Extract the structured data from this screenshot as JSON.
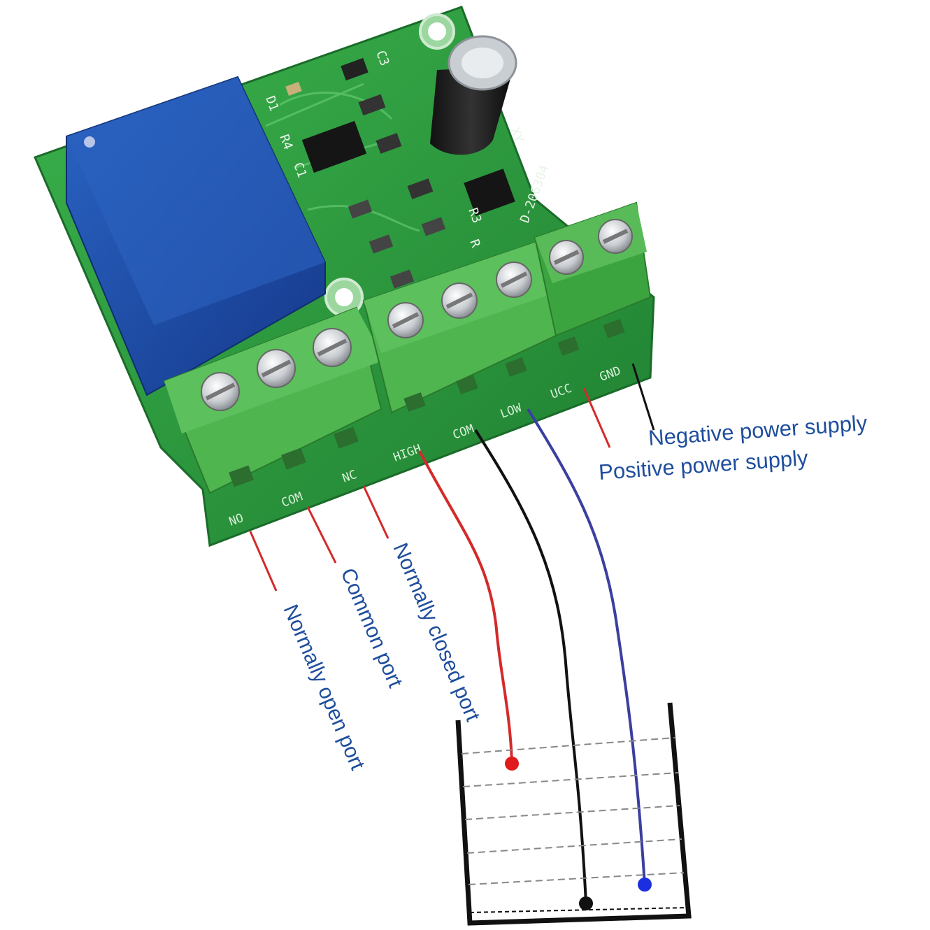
{
  "labels": {
    "negative_power": "Negative power supply",
    "positive_power": "Positive power supply",
    "normally_open": "Normally open port",
    "common_port": "Common port",
    "normally_closed": "Normally closed port"
  },
  "terminals": {
    "no": "NO",
    "com_relay": "COM",
    "nc": "NC",
    "high": "HIGH",
    "com_probe": "COM",
    "low": "LOW",
    "ucc": "UCC",
    "gnd": "GND"
  },
  "pcb_markings": {
    "board_id": "D-206304",
    "r3": "R3",
    "r4": "R4",
    "d1": "D1",
    "c1": "C1",
    "c3": "C3",
    "r_label": "R",
    "xy": "XY"
  },
  "colors": {
    "label_blue": "#1f4e9c",
    "wire_red": "#d42a2a",
    "wire_black": "#111111",
    "wire_blue": "#3b3fa0",
    "pcb_green": "#2c9a3e",
    "terminal_green": "#49b04a",
    "relay_blue": "#1d4fa6"
  },
  "icons": [
    "relay-icon",
    "capacitor-icon",
    "screw-icon",
    "water-container-icon",
    "probe-dot-icon"
  ]
}
